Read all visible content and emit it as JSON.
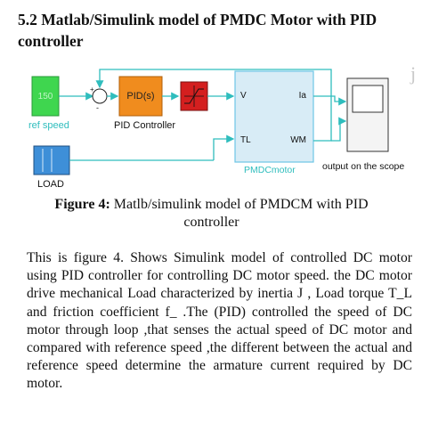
{
  "section": {
    "heading": "5.2 Matlab/Simulink model of PMDC Motor with PID controller"
  },
  "diagram": {
    "ref_speed_value": "150",
    "ref_speed_label": "ref speed",
    "pid_block_text": "PID(s)",
    "pid_label": "PID Controller",
    "load_label": "LOAD",
    "motor_port_v": "V",
    "motor_port_tl": "TL",
    "motor_port_ia": "Ia",
    "motor_port_wm": "WM",
    "motor_label": "PMDCmotor",
    "scope_label": "output on the scope",
    "colors": {
      "ref_speed_fill": "#3fd64f",
      "pid_fill": "#f08c1e",
      "saturation_fill": "#d41f1f",
      "load_fill": "#3e8fd8",
      "motor_fill": "#d8ecf6",
      "signal_line": "#2fbdbd"
    }
  },
  "figure": {
    "number": "Figure 4:",
    "caption": "Matlb/simulink model of PMDCM with PID controller"
  },
  "paragraph": "This is figure 4. Shows Simulink model of controlled DC motor using PID controller for controlling DC motor  speed. the  DC motor  drive mechanical Load characterized by inertia J , Load torque T_L and friction coefficient f_ .The (PID) controlled the speed of  DC motor through loop ,that senses the actual speed of DC motor and compared with reference speed ,the different between the actual and reference speed determine the armature current required by DC motor."
}
